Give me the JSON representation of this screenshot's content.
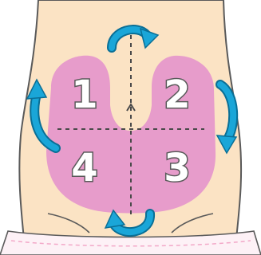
{
  "diagram": {
    "zones": [
      {
        "id": "zone-1",
        "label": "1"
      },
      {
        "id": "zone-2",
        "label": "2"
      },
      {
        "id": "zone-3",
        "label": "3"
      },
      {
        "id": "zone-4",
        "label": "4"
      }
    ],
    "colors": {
      "skin": "#fbe3c4",
      "outline": "#5a5a5a",
      "zone_fill": "#e79ccb",
      "arrow": "#1aa6d8",
      "arrow_outline": "#0a6f96",
      "guide_line": "#4a4a4a",
      "underwear": "#fdf1f6",
      "underwear_dash": "#f2a8c8"
    },
    "icons": {
      "rotation_arrows": [
        "rotate-arrow-icon",
        "rotate-arrow-icon",
        "rotate-arrow-icon",
        "rotate-arrow-icon"
      ],
      "navel": "navel-icon"
    }
  }
}
